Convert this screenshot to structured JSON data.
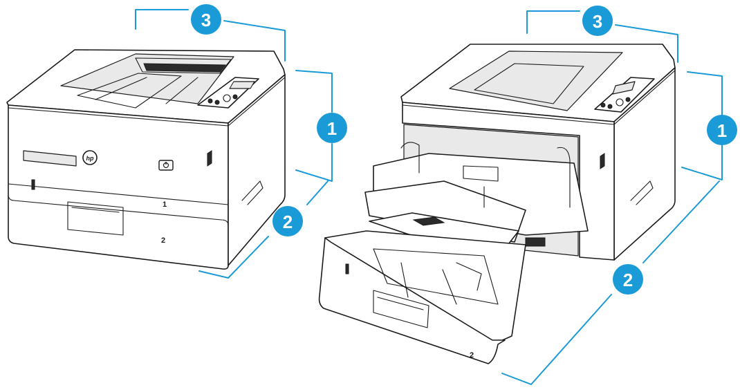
{
  "colors": {
    "accent": "#1a9ad6",
    "outline": "#1a1a1a"
  },
  "callouts": {
    "height": "1",
    "depth": "2",
    "width": "3"
  },
  "printer_labels": {
    "tray1": "1",
    "tray2": "2"
  },
  "icons": {
    "logo": "hp-logo-icon",
    "power": "power-icon"
  }
}
